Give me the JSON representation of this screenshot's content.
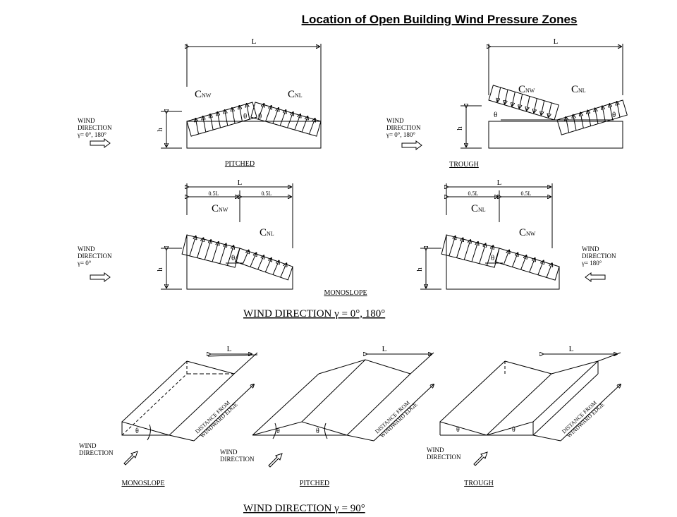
{
  "title": "Location of Open Building Wind Pressure Zones",
  "symbols": {
    "L": "L",
    "h": "h",
    "theta": "θ",
    "half_L": "0.5L"
  },
  "coefficients": {
    "cnw": {
      "main": "C",
      "sub": "NW"
    },
    "cnl": {
      "main": "C",
      "sub": "NL"
    }
  },
  "wind_0_180": {
    "line1": "WIND",
    "line2": "DIRECTION",
    "both": "γ= 0°, 180°",
    "zero": "γ= 0°",
    "one_eighty": "γ= 180°"
  },
  "labels": {
    "pitched": "PITCHED",
    "trough": "TROUGH",
    "monoslope": "MONOSLOPE"
  },
  "section_1_caption": "WIND DIRECTION  γ = 0°, 180°",
  "iso": {
    "distance_line1": "DISTANCE FROM",
    "distance_line2": "WINDWARD EDGE",
    "wind_line1": "WIND",
    "wind_line2": "DIRECTION"
  },
  "section_2_caption": "WIND DIRECTION  γ = 90°"
}
